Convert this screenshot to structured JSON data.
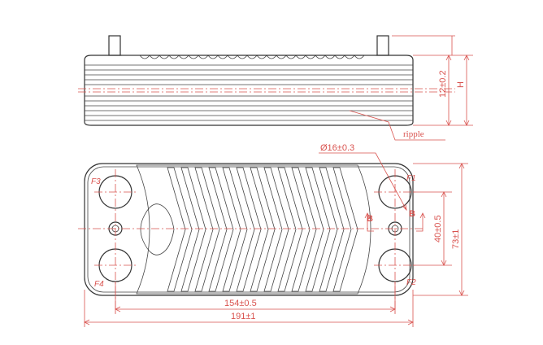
{
  "dimensions": {
    "thickness": "12±0.2",
    "height_symbol": "H",
    "port_diameter": "Ø16±0.3",
    "port_spacing_vertical": "40±0.5",
    "overall_height": "73±1",
    "port_spacing_horizontal": "154±0.5",
    "overall_length": "191±1"
  },
  "labels": {
    "ripple": "ripple",
    "section_left": "B",
    "section_right": "B"
  },
  "ports": {
    "top_left": "F3",
    "top_right": "F1",
    "bottom_left": "F4",
    "bottom_right": "F2"
  },
  "colors": {
    "outline": "#333333",
    "dimension": "#d9534f"
  }
}
